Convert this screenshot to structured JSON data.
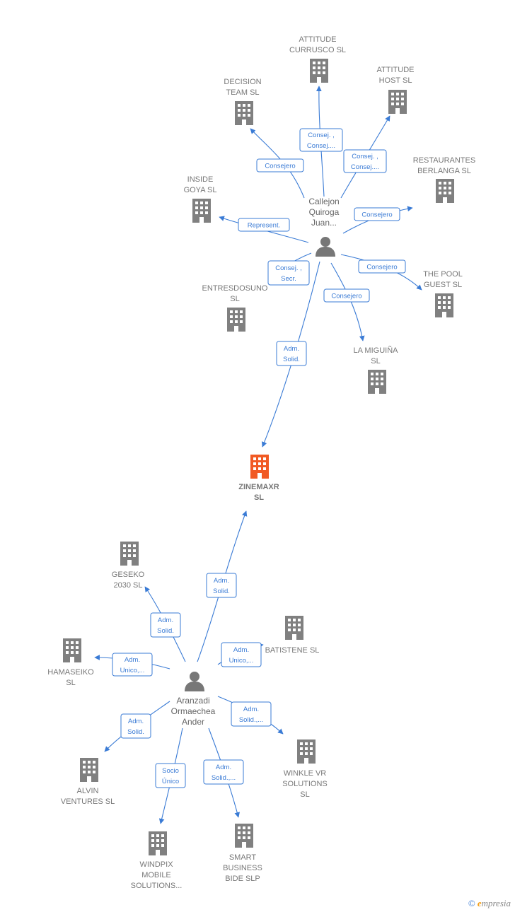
{
  "brand": {
    "copyright": "©",
    "initial": "e",
    "rest": "mpresia"
  },
  "colors": {
    "edge": "#3a7bd5",
    "building": "#808080",
    "focus": "#f15a24",
    "person": "#777777"
  },
  "nodes": [
    {
      "id": "zinemaxr",
      "type": "company",
      "focus": true,
      "lines": [
        "ZINEMAXR",
        "SL"
      ]
    },
    {
      "id": "callejon",
      "type": "person",
      "lines": [
        "Callejon",
        "Quiroga",
        "Juan..."
      ]
    },
    {
      "id": "aranzadi",
      "type": "person",
      "lines": [
        "Aranzadi",
        "Ormaechea",
        "Ander"
      ]
    },
    {
      "id": "attitude_currusco",
      "type": "company",
      "lines": [
        "ATTITUDE",
        "CURRUSCO  SL"
      ]
    },
    {
      "id": "decision_team",
      "type": "company",
      "lines": [
        "DECISION",
        "TEAM SL"
      ]
    },
    {
      "id": "attitude_host",
      "type": "company",
      "lines": [
        "ATTITUDE",
        "HOST  SL"
      ]
    },
    {
      "id": "restaurantes_berlanga",
      "type": "company",
      "lines": [
        "RESTAURANTES",
        "BERLANGA  SL"
      ]
    },
    {
      "id": "inside_goya",
      "type": "company",
      "lines": [
        "INSIDE",
        "GOYA  SL"
      ]
    },
    {
      "id": "entresdosuno",
      "type": "company",
      "lines": [
        "ENTRESDOSUNO",
        "SL"
      ]
    },
    {
      "id": "the_pool_guest",
      "type": "company",
      "lines": [
        "THE POOL",
        "GUEST  SL"
      ]
    },
    {
      "id": "la_miguina",
      "type": "company",
      "lines": [
        "LA MIGUIÑA",
        "SL"
      ]
    },
    {
      "id": "geseko_2030",
      "type": "company",
      "lines": [
        "GESEKO",
        "2030  SL"
      ]
    },
    {
      "id": "batistene",
      "type": "company",
      "lines": [
        "BATISTENE SL"
      ]
    },
    {
      "id": "hamaseiko",
      "type": "company",
      "lines": [
        "HAMASEIKO",
        "SL"
      ]
    },
    {
      "id": "alvin_ventures",
      "type": "company",
      "lines": [
        "ALVIN",
        "VENTURES  SL"
      ]
    },
    {
      "id": "winkle_vr",
      "type": "company",
      "lines": [
        "WINKLE VR",
        "SOLUTIONS",
        "SL"
      ]
    },
    {
      "id": "windpix",
      "type": "company",
      "lines": [
        "WINDPIX",
        "MOBILE",
        "SOLUTIONS..."
      ]
    },
    {
      "id": "smart_business",
      "type": "company",
      "lines": [
        "SMART",
        "BUSINESS",
        "BIDE  SLP"
      ]
    }
  ],
  "edges": [
    {
      "from": "callejon",
      "to": "attitude_currusco",
      "label": [
        "Consej. ,",
        "Consej...."
      ]
    },
    {
      "from": "callejon",
      "to": "decision_team",
      "label": [
        "Consejero"
      ]
    },
    {
      "from": "callejon",
      "to": "attitude_host",
      "label": [
        "Consej. ,",
        "Consej...."
      ]
    },
    {
      "from": "callejon",
      "to": "restaurantes_berlanga",
      "label": [
        "Consejero"
      ]
    },
    {
      "from": "callejon",
      "to": "inside_goya",
      "label": [
        "Represent."
      ]
    },
    {
      "from": "callejon",
      "to": "entresdosuno",
      "label": [
        "Consej. ,",
        "Secr."
      ]
    },
    {
      "from": "callejon",
      "to": "the_pool_guest",
      "label": [
        "Consejero"
      ]
    },
    {
      "from": "callejon",
      "to": "la_miguina",
      "label": [
        "Consejero"
      ]
    },
    {
      "from": "callejon",
      "to": "zinemaxr",
      "label": [
        "Adm.",
        "Solid."
      ]
    },
    {
      "from": "aranzadi",
      "to": "zinemaxr",
      "label": [
        "Adm.",
        "Solid."
      ]
    },
    {
      "from": "aranzadi",
      "to": "geseko_2030",
      "label": [
        "Adm.",
        "Solid."
      ]
    },
    {
      "from": "aranzadi",
      "to": "batistene",
      "label": [
        "Adm.",
        "Unico,..."
      ]
    },
    {
      "from": "aranzadi",
      "to": "hamaseiko",
      "label": [
        "Adm.",
        "Unico,..."
      ]
    },
    {
      "from": "aranzadi",
      "to": "alvin_ventures",
      "label": [
        "Adm.",
        "Solid."
      ]
    },
    {
      "from": "aranzadi",
      "to": "winkle_vr",
      "label": [
        "Adm.",
        "Solid.,..."
      ]
    },
    {
      "from": "aranzadi",
      "to": "windpix",
      "label": [
        "Socio",
        "Único"
      ]
    },
    {
      "from": "aranzadi",
      "to": "smart_business",
      "label": [
        "Adm.",
        "Solid.,..."
      ]
    }
  ]
}
